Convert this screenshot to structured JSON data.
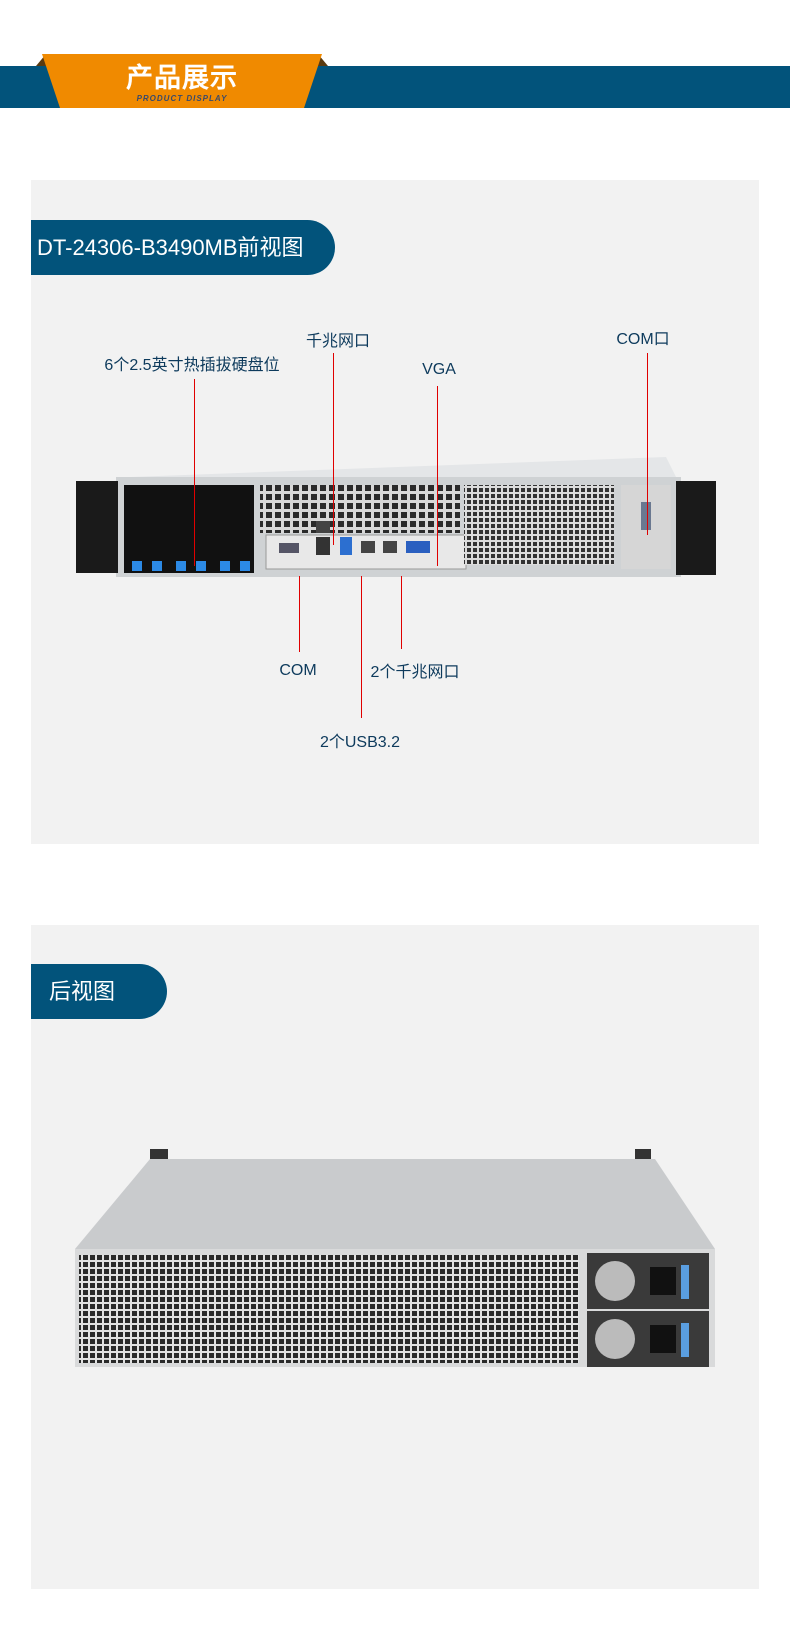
{
  "header": {
    "title": "产品展示",
    "subtitle": "PRODUCT DISPLAY"
  },
  "colors": {
    "brand_blue": "#02537b",
    "accent_orange": "#f08a00",
    "callout_line": "#e00000",
    "panel_bg": "#f2f2f2"
  },
  "front": {
    "title": "DT-24306-B3490MB前视图",
    "callouts": {
      "drive_bays": "6个2.5英寸热插拔硬盘位",
      "gigabit_port": "千兆网口",
      "vga": "VGA",
      "com_port_right": "COM口",
      "com": "COM",
      "dual_gigabit": "2个千兆网口",
      "usb": "2个USB3.2"
    }
  },
  "rear": {
    "title": "后视图"
  }
}
